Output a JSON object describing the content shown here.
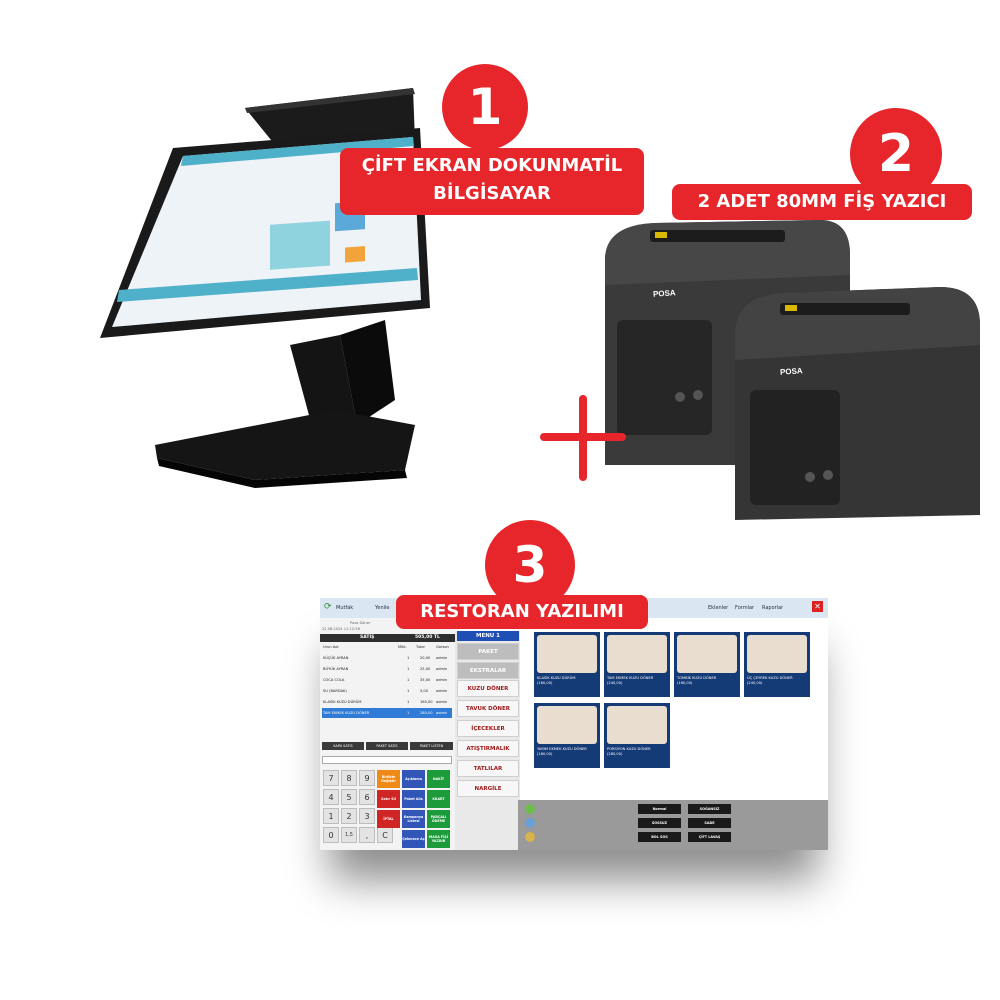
{
  "badges": [
    "1",
    "2",
    "3"
  ],
  "labels": {
    "monitor_line1": "ÇİFT EKRAN DOKUNMATİL",
    "monitor_line2": "BİLGİSAYAR",
    "printer": "2 ADET 80MM FİŞ YAZICI",
    "software": "RESTORAN YAZILIMI"
  },
  "printer_brand": "POSA",
  "colors": {
    "accent": "#e6262a",
    "software_blue": "#153b77"
  },
  "software": {
    "top_left": [
      "Mutfak",
      "Yenile"
    ],
    "top_right": [
      "Eklenler",
      "Formlar",
      "Raporlar"
    ],
    "header_small": "Posa Döner",
    "date": "22.08.2024 11:12:58",
    "sales_title": "SATIŞ",
    "sales_total": "505,00 TL",
    "columns": [
      "Urun Adı",
      "Mikt.",
      "Tutar",
      "Garson"
    ],
    "rows": [
      [
        "KÜÇÜK AYRAN",
        "1",
        "20,00",
        "admin"
      ],
      [
        "BÜYÜK AYRAN",
        "1",
        "25,00",
        "admin"
      ],
      [
        "COCA COLA",
        "1",
        "35,00",
        "admin"
      ],
      [
        "SU (BARDAK)",
        "1",
        "5,00",
        "admin"
      ],
      [
        "KLASİK KUZU DÜRÜM",
        "1",
        "160,00",
        "admin"
      ],
      [
        "TAM EKMEK KUZU DÖNER",
        "1",
        "260,00",
        "admin"
      ]
    ],
    "sale_buttons": [
      "KAPA SATIS",
      "PAKET SATIS",
      "PAKET LİSTEN"
    ],
    "keypad": [
      "7",
      "8",
      "9",
      "4",
      "5",
      "6",
      "1",
      "2",
      "3",
      "0",
      "1,5",
      ",",
      "C"
    ],
    "color_keys": [
      [
        "Birlikte Değiştir",
        "Açıklama",
        "NAKİT"
      ],
      [
        "Satır Sil",
        "Paket Alis",
        "KKART"
      ],
      [
        "İPTAL",
        "Kampanya Listesi",
        "PARÇALI ÖDEME"
      ],
      [
        "Çekmece Aç",
        "",
        "MASA FİŞİ YAZDIR"
      ]
    ],
    "categories": [
      "MENU 1",
      "PAKET",
      "EKSTRALAR",
      "KUZU DÖNER",
      "TAVUK DÖNER",
      "İÇECEKLER",
      "ATIŞTIRMALIK",
      "TATLILAR",
      "NARGİLE"
    ],
    "products": [
      [
        "KLASİK KUZU DÜRÜM",
        "(160,00)"
      ],
      [
        "TAM EKMEK KUZU DÖNER",
        "(240,00)"
      ],
      [
        "TOMBİK KUZU DÖNER",
        "(160,00)"
      ],
      [
        "ÜÇ ÇEYREK KUZU DÖNER",
        "(240,00)"
      ],
      [
        "YARIM EKMEK KUZU DÖNER",
        "(160,00)"
      ],
      [
        "PORSİYON KUZU DÖNER",
        "(280,00)"
      ]
    ],
    "options": [
      "Normal",
      "SOĞANSIZ",
      "SOSSUZ",
      "SADE",
      "BOL SOS",
      "ÇİFT LAVAŞ"
    ]
  }
}
